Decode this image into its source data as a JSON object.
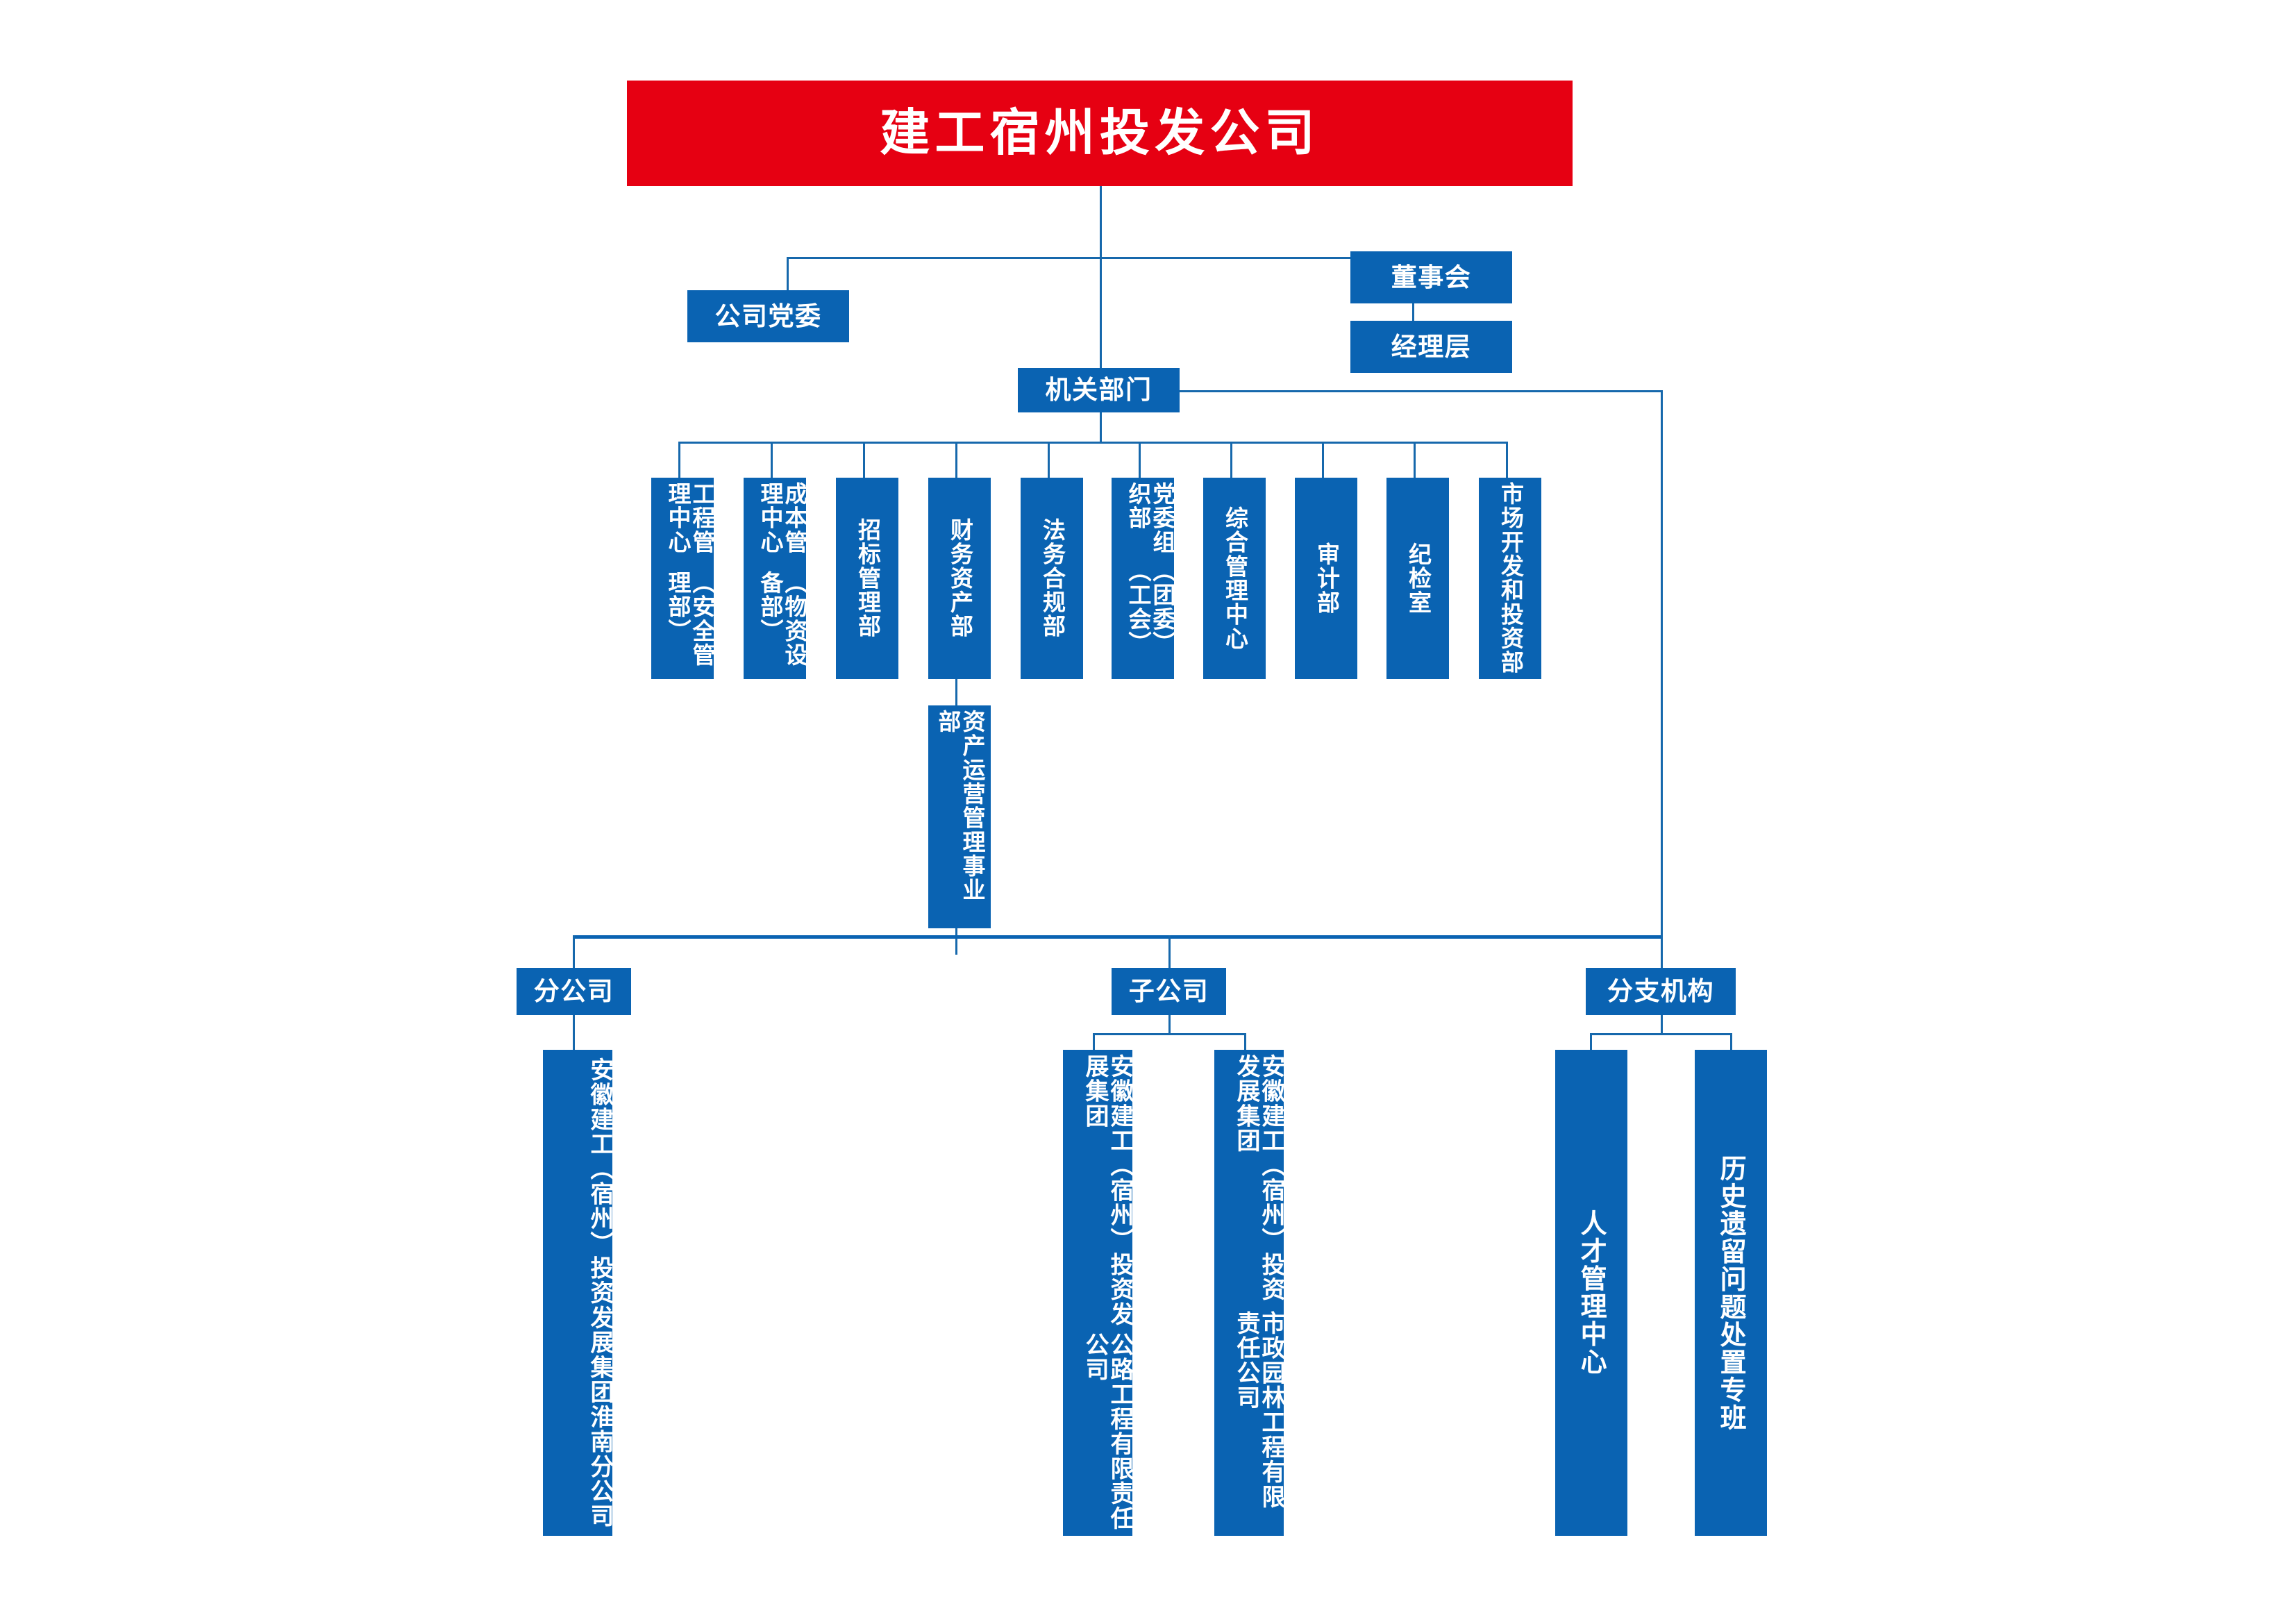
{
  "chart": {
    "title": "建工宿州投发公司",
    "colors": {
      "primary_blue": "#0A63B2",
      "title_red": "#E60012",
      "connector_blue": "#1668AC",
      "text_white": "#FFFFFF",
      "background": "#FFFFFF"
    }
  },
  "level2": {
    "party_committee": "公司党委",
    "board_of_directors": "董事会",
    "management_layer": "经理层",
    "agency_departments": "机关部门"
  },
  "departments": [
    {
      "main": "工程管理中心",
      "sub": "（安全管理部）"
    },
    {
      "main": "成本管理中心",
      "sub": "（物资设备部）"
    },
    {
      "main": "招标管理部",
      "sub": ""
    },
    {
      "main": "财务资产部",
      "sub": ""
    },
    {
      "main": "法务合规部",
      "sub": ""
    },
    {
      "main": "党委组织部",
      "sub": "（团委）（工会）"
    },
    {
      "main": "综合管理中心",
      "sub": ""
    },
    {
      "main": "审计部",
      "sub": ""
    },
    {
      "main": "纪检室",
      "sub": ""
    },
    {
      "main": "市场开发和投资部",
      "sub": ""
    }
  ],
  "sub_department": {
    "label": "资产运营管理事业部"
  },
  "groups": [
    {
      "label": "分公司"
    },
    {
      "label": "子公司"
    },
    {
      "label": "分支机构"
    }
  ],
  "entities": {
    "branch_company": [
      {
        "main": "安徽建工（宿州）投资发展集团",
        "sub": "淮南分公司"
      }
    ],
    "subsidiary": [
      {
        "main": "安徽建工（宿州）投资发展集团",
        "sub": "公路工程有限责任公司"
      },
      {
        "main": "安徽建工（宿州）投资发展集团",
        "sub": "市政园林工程有限责任公司"
      }
    ],
    "branch_institution": [
      {
        "main": "人才管理中心",
        "sub": ""
      },
      {
        "main": "历史遗留问题处置专班",
        "sub": ""
      }
    ]
  }
}
